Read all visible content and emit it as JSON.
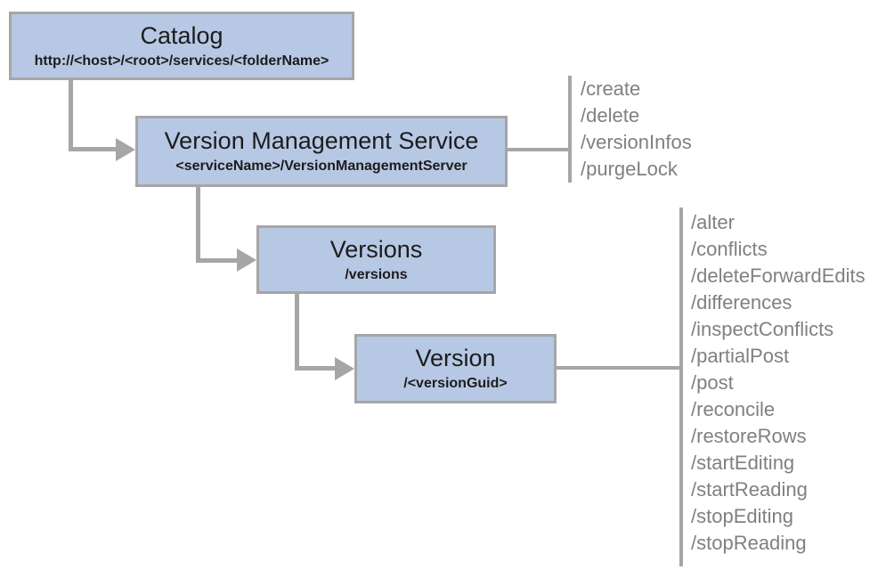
{
  "diagram": {
    "nodes": [
      {
        "id": "catalog",
        "title": "Catalog",
        "subtitle": "http://<host>/<root>/services/<folderName>"
      },
      {
        "id": "vms",
        "title": "Version Management Service",
        "subtitle": "<serviceName>/VersionManagementServer"
      },
      {
        "id": "versions",
        "title": "Versions",
        "subtitle": "/versions"
      },
      {
        "id": "version",
        "title": "Version",
        "subtitle": "/<versionGuid>"
      }
    ],
    "vms_operations": [
      "/create",
      "/delete",
      "/versionInfos",
      "/purgeLock"
    ],
    "version_operations": [
      "/alter",
      "/conflicts",
      "/deleteForwardEdits",
      "/differences",
      "/inspectConflicts",
      "/partialPost",
      "/post",
      "/reconcile",
      "/restoreRows",
      "/startEditing",
      "/startReading",
      "/stopEditing",
      "/stopReading"
    ],
    "colors": {
      "node_fill": "#b7c8e4",
      "node_border": "#a6a6a6",
      "connector": "#a6a6a6",
      "operation_text": "#808080",
      "title_text": "#1c1c1c"
    }
  }
}
